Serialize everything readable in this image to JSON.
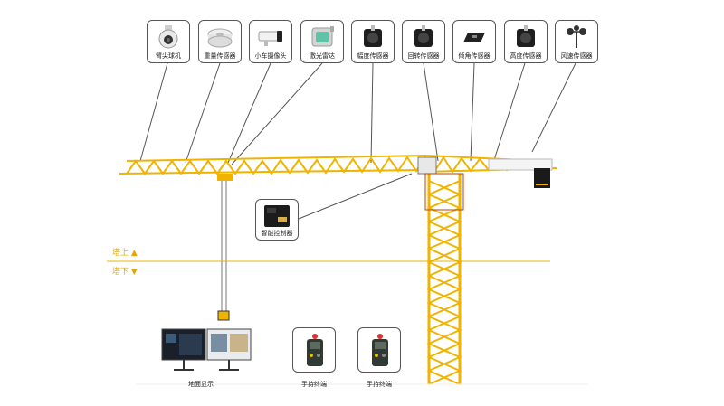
{
  "sensors": [
    {
      "label": "臂尖球机",
      "icon": "dome-camera-icon"
    },
    {
      "label": "重量传感器",
      "icon": "load-cell-icon"
    },
    {
      "label": "小车摄像头",
      "icon": "bullet-camera-icon"
    },
    {
      "label": "激光雷达",
      "icon": "lidar-icon"
    },
    {
      "label": "幅度传感器",
      "icon": "encoder-icon"
    },
    {
      "label": "回转传感器",
      "icon": "encoder-icon"
    },
    {
      "label": "倾角传感器",
      "icon": "inclinometer-icon"
    },
    {
      "label": "高度传感器",
      "icon": "encoder-icon"
    },
    {
      "label": "风速传感器",
      "icon": "anemometer-icon"
    }
  ],
  "controller": {
    "label": "智能控制器",
    "icon": "controller-icon"
  },
  "levels": {
    "above": "塔上 ▲",
    "below": "塔下 ▼"
  },
  "ground_display": {
    "label": "地面显示",
    "icon": "monitor-icon"
  },
  "handheld_1": {
    "label": "手持终端",
    "icon": "remote-control-icon"
  },
  "handheld_2": {
    "label": "手持终端",
    "icon": "remote-control-icon"
  },
  "colors": {
    "crane": "#f0b400",
    "divider": "#e8b400",
    "lines": "#555555"
  }
}
